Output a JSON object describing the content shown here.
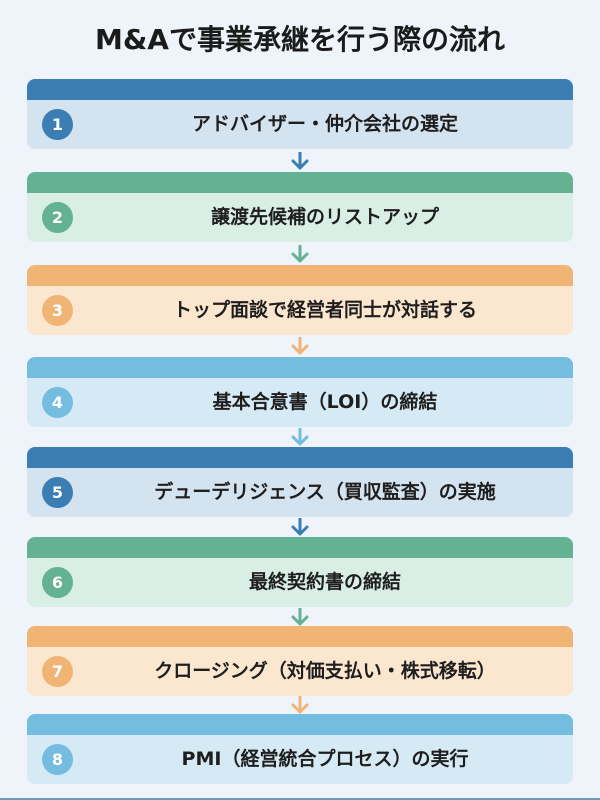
{
  "title": "M&Aで事業承継を行う際の流れ",
  "colors": {
    "blue": {
      "header": "#3a7eb3",
      "body": "#d4e3f0"
    },
    "green": {
      "header": "#64b193",
      "body": "#d9eee4"
    },
    "orange": {
      "header": "#f0b575",
      "body": "#fbe6cf"
    },
    "lightblue": {
      "header": "#74bde0",
      "body": "#d5eaf5"
    }
  },
  "steps": [
    {
      "number": "1",
      "label": "アドバイザー・仲介会社の選定",
      "color": "blue"
    },
    {
      "number": "2",
      "label": "譲渡先候補のリストアップ",
      "color": "green"
    },
    {
      "number": "3",
      "label": "トップ面談で経営者同士が対話する",
      "color": "orange"
    },
    {
      "number": "4",
      "label": "基本合意書（LOI）の締結",
      "color": "lightblue"
    },
    {
      "number": "5",
      "label": "デューデリジェンス（買収監査）の実施",
      "color": "blue"
    },
    {
      "number": "6",
      "label": "最終契約書の締結",
      "color": "green"
    },
    {
      "number": "7",
      "label": "クロージング（対価支払い・株式移転）",
      "color": "orange"
    },
    {
      "number": "8",
      "label": "PMI（経営統合プロセス）の実行",
      "color": "lightblue"
    }
  ]
}
